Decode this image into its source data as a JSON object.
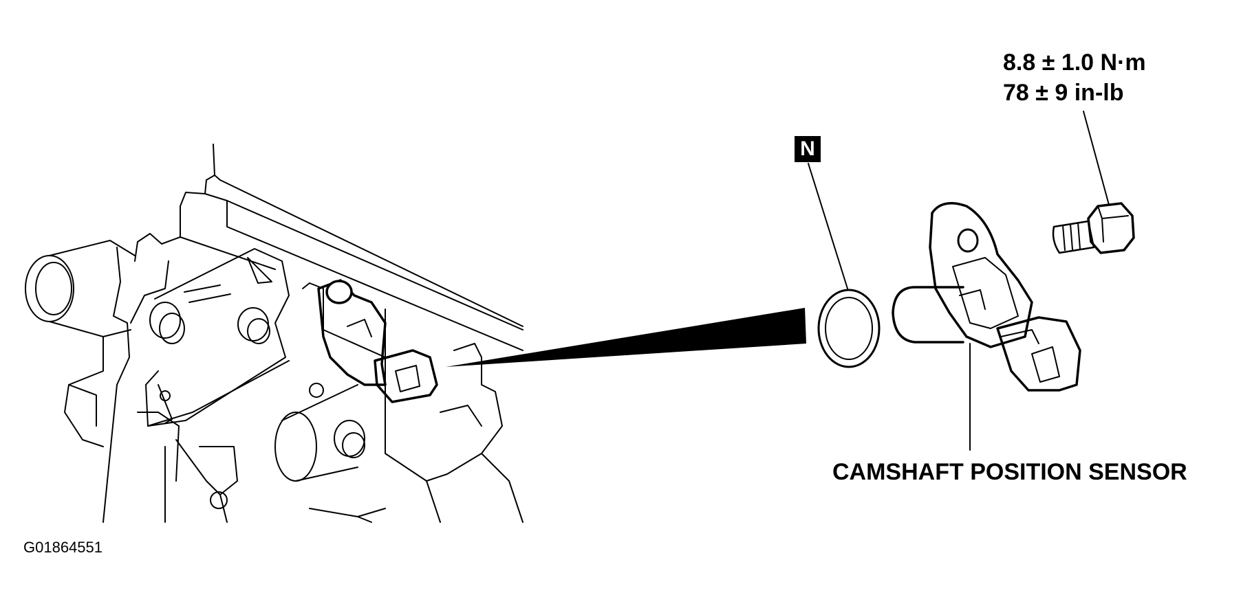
{
  "labels": {
    "torque_nm": "8.8 ± 1.0 N·m",
    "torque_inlb": "78 ± 9 in-lb",
    "new_part_marker": "N",
    "part_name": "CAMSHAFT POSITION SENSOR",
    "figure_code": "G01864551"
  },
  "colors": {
    "line": "#000000",
    "background": "#ffffff"
  }
}
